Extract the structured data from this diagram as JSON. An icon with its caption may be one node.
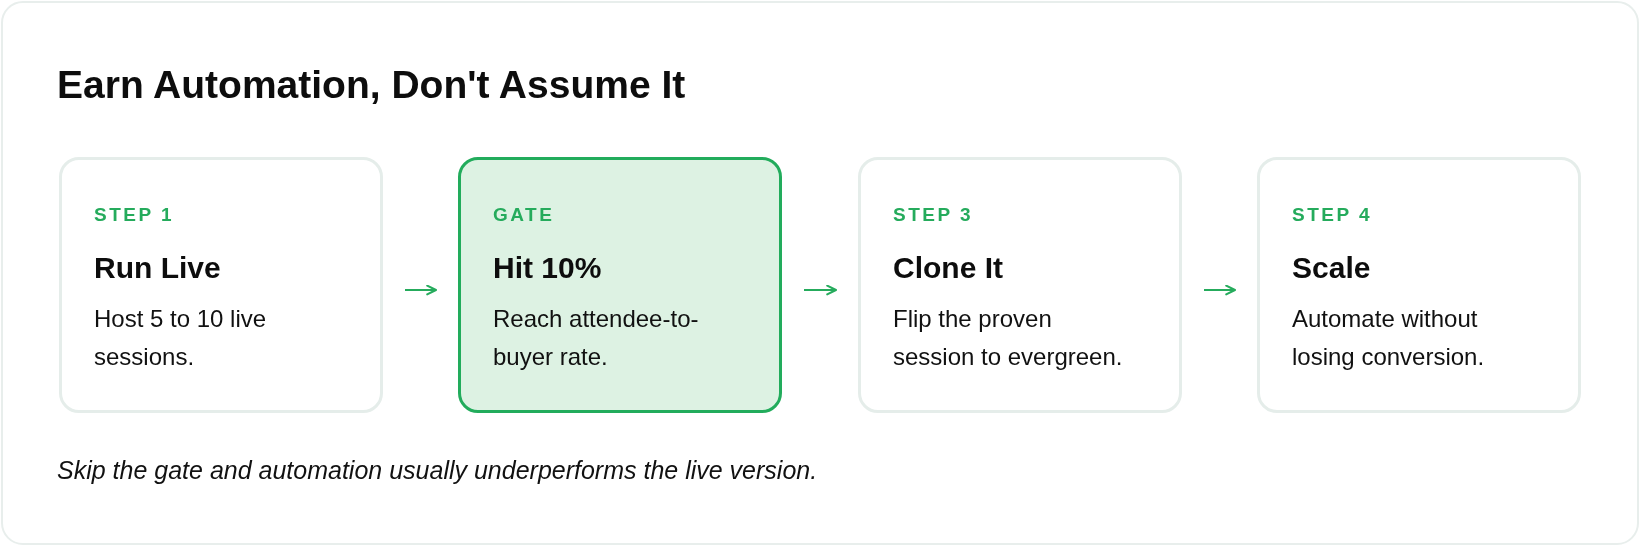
{
  "diagram": {
    "title": "Earn Automation, Don't Assume It",
    "caption": "Skip the gate and automation usually underperforms the live version.",
    "nodes": [
      {
        "text": [
          "STEP 1",
          "Run Live",
          "Host 5 to 10 live sessions."
        ]
      },
      {
        "text": [
          "GATE",
          "Hit 10%",
          "Reach attendee-to-buyer rate."
        ]
      },
      {
        "text": [
          "STEP 3",
          "Clone It",
          "Flip the proven session to evergreen."
        ]
      },
      {
        "text": [
          "STEP 4",
          "Scale",
          "Automate without losing conversion."
        ]
      }
    ],
    "edges": [
      {
        "from": 0,
        "to": 1,
        "arrow": "to"
      },
      {
        "from": 1,
        "to": 2,
        "arrow": "to"
      },
      {
        "from": 2,
        "to": 3,
        "arrow": "to"
      }
    ]
  }
}
